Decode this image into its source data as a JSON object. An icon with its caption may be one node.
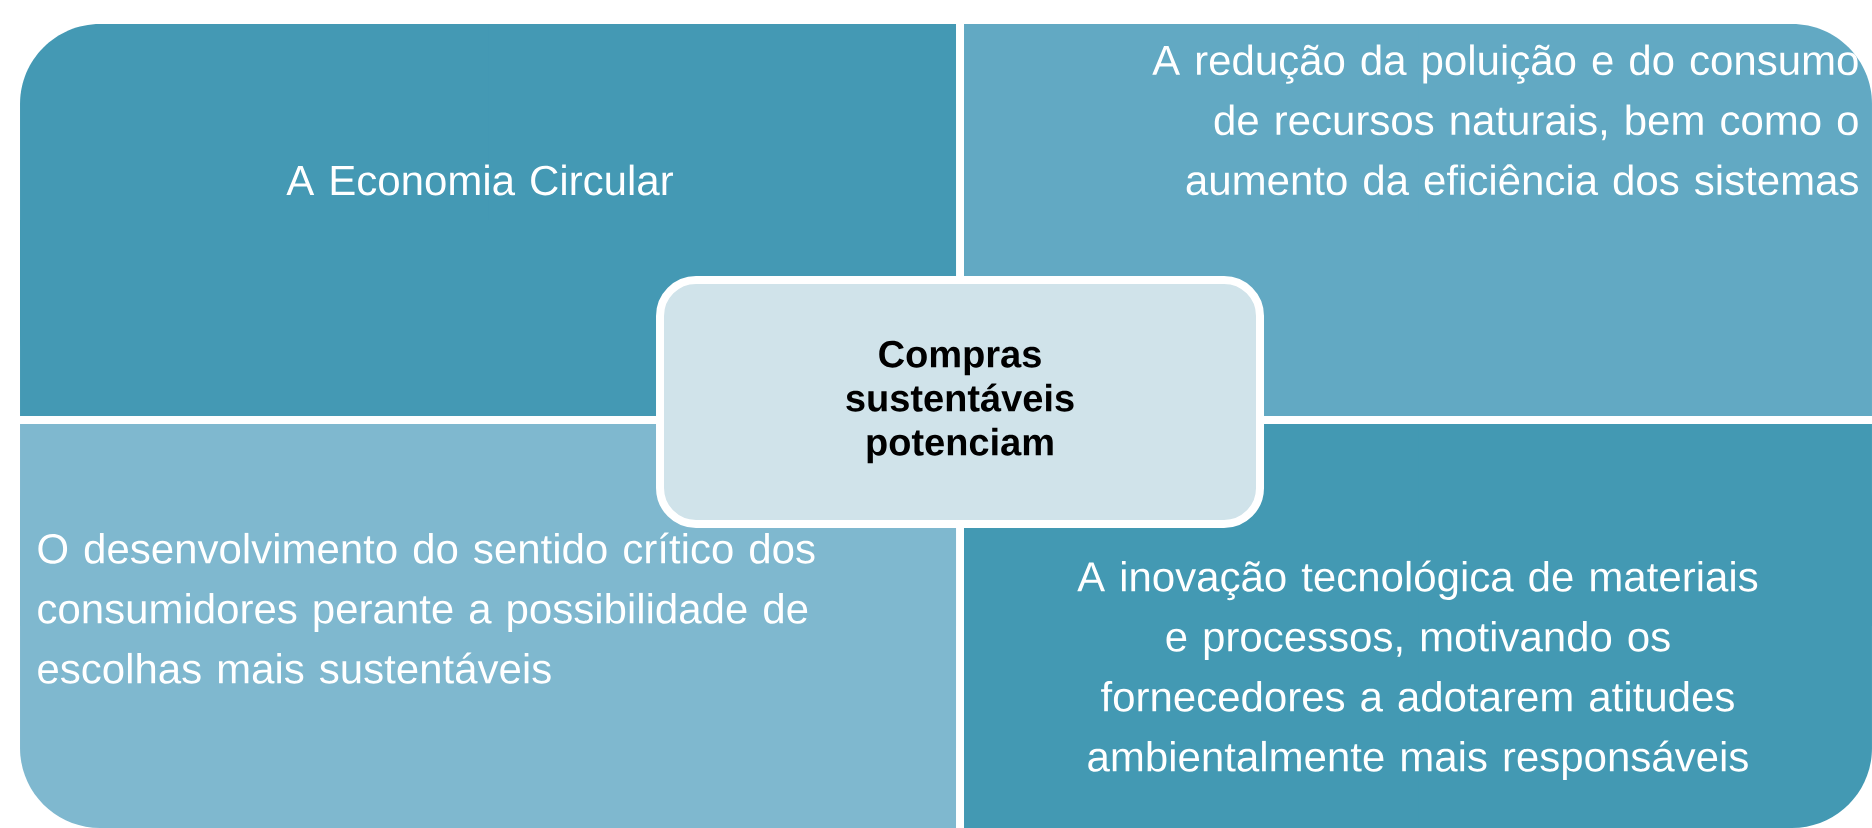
{
  "diagram": {
    "nodes": [
      {
        "text": [
          "A Economia Circular"
        ]
      },
      {
        "text": [
          "A redução da poluição e  do consumo de recursos naturais, bem como o aumento da eficiência dos sistemas"
        ]
      },
      {
        "text": [
          "Compras sustentáveis potenciam"
        ]
      },
      {
        "text": [
          "O desenvolvimento do sentido crítico dos consumidores perante a possibilidade de escolhas mais sustentáveis"
        ]
      },
      {
        "text": [
          "A  inovação tecnológica de materiais e processos, motivando os fornecedores a adotarem atitudes ambientalmente mais responsáveis"
        ]
      }
    ]
  }
}
